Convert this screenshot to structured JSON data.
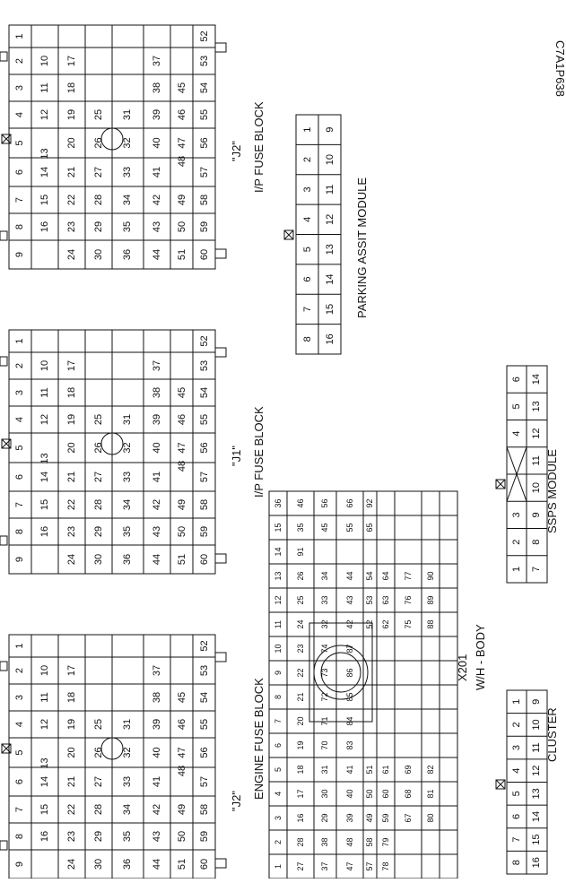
{
  "figure_code": "C7A1P638",
  "left_block": {
    "title": "ENGINE FUSE BLOCK",
    "subtitle": "\"J2\"",
    "row_a": [
      "9",
      "8",
      "7",
      "6",
      "5",
      "4",
      "3",
      "2",
      "1"
    ],
    "row_b": [
      "16",
      "15",
      "14",
      "13",
      "12",
      "11",
      "10"
    ],
    "row_c": [
      "24",
      "23",
      "22",
      "21",
      "20",
      "19",
      "18",
      "17"
    ],
    "row_d": [
      "30",
      "29",
      "28",
      "27",
      "26",
      "25"
    ],
    "row_e": [
      "36",
      "35",
      "34",
      "33",
      "32",
      "31"
    ],
    "row_f": [
      "44",
      "43",
      "42",
      "41",
      "40",
      "39",
      "38",
      "37"
    ],
    "row_g": [
      "51",
      "50",
      "49",
      "48",
      "47",
      "46",
      "45"
    ],
    "row_h": [
      "60",
      "59",
      "58",
      "57",
      "56",
      "55",
      "54",
      "53",
      "52"
    ]
  },
  "middle_block": {
    "title": "I/P FUSE BLOCK",
    "subtitle": "\"J1\"",
    "row_a": [
      "9",
      "8",
      "7",
      "6",
      "5",
      "4",
      "3",
      "2",
      "1"
    ],
    "row_b": [
      "16",
      "15",
      "14",
      "13",
      "12",
      "11",
      "10"
    ],
    "row_c": [
      "24",
      "23",
      "22",
      "21",
      "20",
      "19",
      "18",
      "17"
    ],
    "row_d": [
      "30",
      "29",
      "28",
      "27",
      "26",
      "25"
    ],
    "row_e": [
      "36",
      "35",
      "34",
      "33",
      "32",
      "31"
    ],
    "row_f": [
      "44",
      "43",
      "42",
      "41",
      "40",
      "39",
      "38",
      "37"
    ],
    "row_g": [
      "51",
      "50",
      "49",
      "48",
      "47",
      "46",
      "45"
    ],
    "row_h": [
      "60",
      "59",
      "58",
      "57",
      "56",
      "55",
      "54",
      "53",
      "52"
    ]
  },
  "right_block": {
    "title": "I/P FUSE BLOCK",
    "subtitle": "\"J2\"",
    "row_a": [
      "9",
      "8",
      "7",
      "6",
      "5",
      "4",
      "3",
      "2",
      "1"
    ],
    "row_b": [
      "16",
      "15",
      "14",
      "13",
      "12",
      "11",
      "10"
    ],
    "row_c": [
      "24",
      "23",
      "22",
      "21",
      "20",
      "19",
      "18",
      "17"
    ],
    "row_d": [
      "30",
      "29",
      "28",
      "27",
      "26",
      "25"
    ],
    "row_e": [
      "36",
      "35",
      "34",
      "33",
      "32",
      "31"
    ],
    "row_f": [
      "44",
      "43",
      "42",
      "41",
      "40",
      "39",
      "38",
      "37"
    ],
    "row_g": [
      "51",
      "50",
      "49",
      "48",
      "47",
      "46",
      "45"
    ],
    "row_h": [
      "60",
      "59",
      "58",
      "57",
      "56",
      "55",
      "54",
      "53",
      "52"
    ]
  },
  "x201": {
    "title": "X201",
    "subtitle": "W/H - BODY",
    "col_1": [
      "1",
      "27",
      "37",
      "47",
      "57",
      "78"
    ],
    "col_2": [
      "2",
      "28",
      "38",
      "48",
      "58",
      "79"
    ],
    "col_3": [
      "3",
      "16",
      "29",
      "39",
      "49",
      "59",
      "67",
      "80"
    ],
    "col_4": [
      "4",
      "17",
      "30",
      "40",
      "50",
      "60",
      "68",
      "81"
    ],
    "col_5": [
      "5",
      "18",
      "31",
      "41",
      "51",
      "61",
      "69",
      "82"
    ],
    "col_6": [
      "6",
      "19",
      "70",
      "83"
    ],
    "col_7": [
      "7",
      "20",
      "71",
      "84"
    ],
    "col_8": [
      "8",
      "21",
      "72",
      "85"
    ],
    "col_9": [
      "9",
      "22",
      "73",
      "86"
    ],
    "col_10": [
      "10",
      "23",
      "74",
      "87"
    ],
    "col_11": [
      "11",
      "24",
      "32",
      "42",
      "52",
      "62",
      "75",
      "88"
    ],
    "col_12": [
      "12",
      "25",
      "33",
      "43",
      "53",
      "63",
      "76",
      "89"
    ],
    "col_13": [
      "13",
      "26",
      "34",
      "44",
      "54",
      "64",
      "77",
      "90"
    ],
    "col_14": [
      "14",
      "91"
    ],
    "col_15": [
      "15",
      "35",
      "45",
      "55",
      "65"
    ],
    "col_16": [
      "36",
      "46",
      "56",
      "66",
      "92"
    ]
  },
  "cluster": {
    "title": "CLUSTER",
    "row_a": [
      "8",
      "7",
      "6",
      "5",
      "4",
      "3",
      "2",
      "1"
    ],
    "row_b": [
      "16",
      "15",
      "14",
      "13",
      "12",
      "11",
      "10",
      "9"
    ]
  },
  "ssps": {
    "title": "SSPS MODULE",
    "row_a": [
      "1",
      "2",
      "3",
      "4",
      "5",
      "6"
    ],
    "row_b": [
      "7",
      "8",
      "9",
      "10",
      "11",
      "12",
      "13",
      "14"
    ]
  },
  "parking": {
    "title": "PARKING ASSIT MODULE",
    "row_a": [
      "8",
      "7",
      "6",
      "5",
      "4",
      "3",
      "2",
      "1"
    ],
    "row_b": [
      "16",
      "15",
      "14",
      "13",
      "12",
      "11",
      "10",
      "9"
    ]
  },
  "colors": {
    "line": "#111111",
    "background": "#ffffff"
  }
}
